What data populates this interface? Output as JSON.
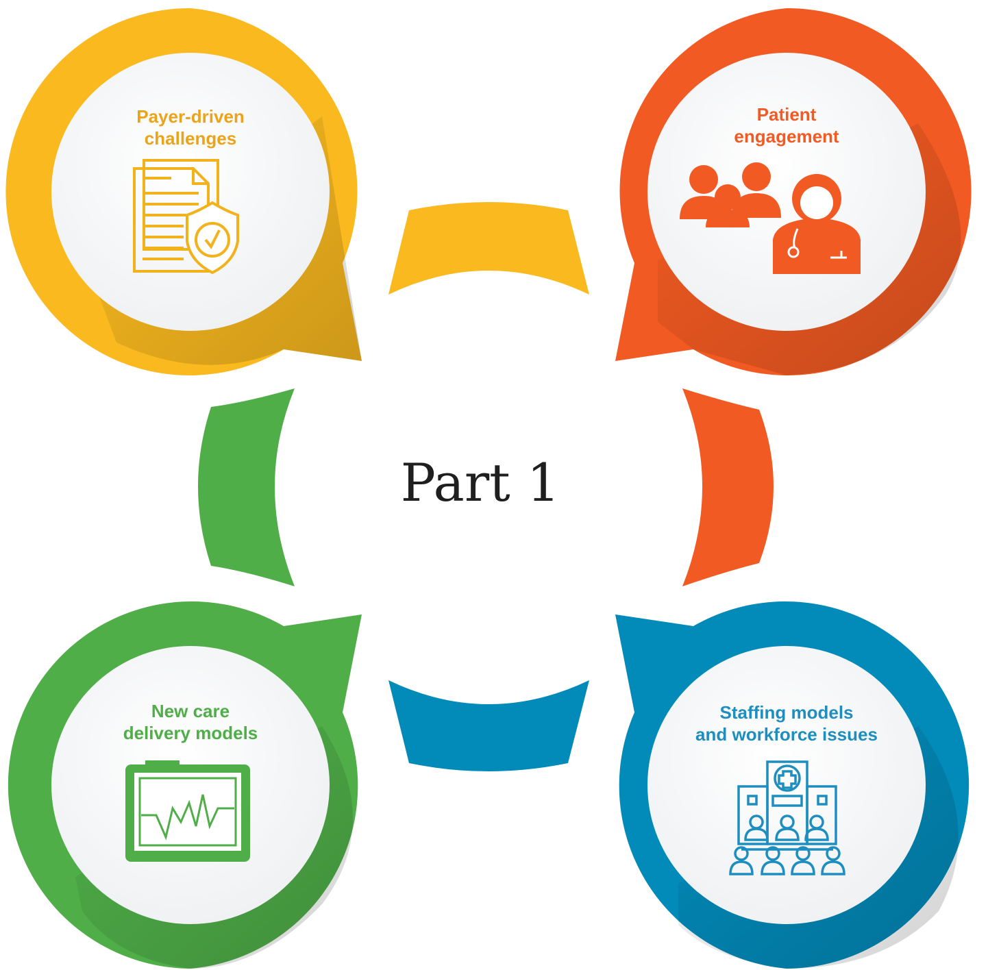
{
  "center": {
    "title": "Part 1"
  },
  "nodes": [
    {
      "id": "payer",
      "label": "Payer-driven\nchallenges",
      "icon": "document-shield-icon",
      "color": "#F9B91F",
      "text_color": "#EBA419"
    },
    {
      "id": "patient",
      "label": "Patient\nengagement",
      "icon": "patients-nurse-icon",
      "color": "#F15A22",
      "text_color": "#F15A22"
    },
    {
      "id": "care",
      "label": "New care\ndelivery models",
      "icon": "heart-monitor-icon",
      "color": "#4FAE48",
      "text_color": "#4FAE48"
    },
    {
      "id": "staffing",
      "label": "Staffing models\nand workforce issues",
      "icon": "hospital-staff-icon",
      "color": "#028AB9",
      "text_color": "#1E8EC0"
    }
  ]
}
